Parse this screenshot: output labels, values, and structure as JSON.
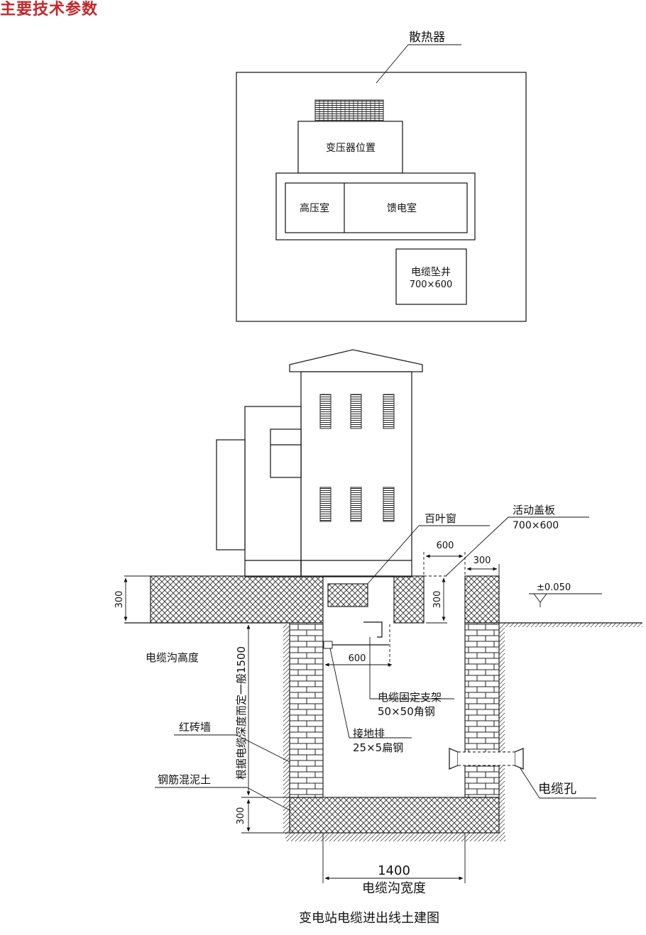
{
  "header": {
    "title": "主要技术参数"
  },
  "plan": {
    "radiator_label": "散热器",
    "transformer_label": "变压器位置",
    "hv_room_label": "高压室",
    "feeder_room_label": "馈电室",
    "cable_shaft_label": "电缆坠井",
    "cable_shaft_size": "700×600"
  },
  "section": {
    "louver_label": "百叶窗",
    "cover_label": "活动盖板",
    "cover_size": "700×600",
    "dim_cover_width": "600",
    "dim_wall_width": "300",
    "dim_slab_left": "300",
    "dim_slab_right": "300",
    "dim_bottom_slab": "300",
    "dim_bracket": "600",
    "elevation_label": "±0.050",
    "trench_height_label": "电缆沟高度",
    "depth_note": "根据电缆深度而定一般1500",
    "brick_wall_label": "红砖墙",
    "concrete_label": "钢筋混泥土",
    "bracket_label": "电缆固定支架",
    "bracket_spec": "50×50角钢",
    "ground_bar_label": "接地排",
    "ground_bar_spec": "25×5扁钢",
    "cable_hole_label": "电缆孔",
    "trench_width_value": "1400",
    "trench_width_label": "电缆沟宽度"
  },
  "caption": "变电站电缆进出线土建图"
}
